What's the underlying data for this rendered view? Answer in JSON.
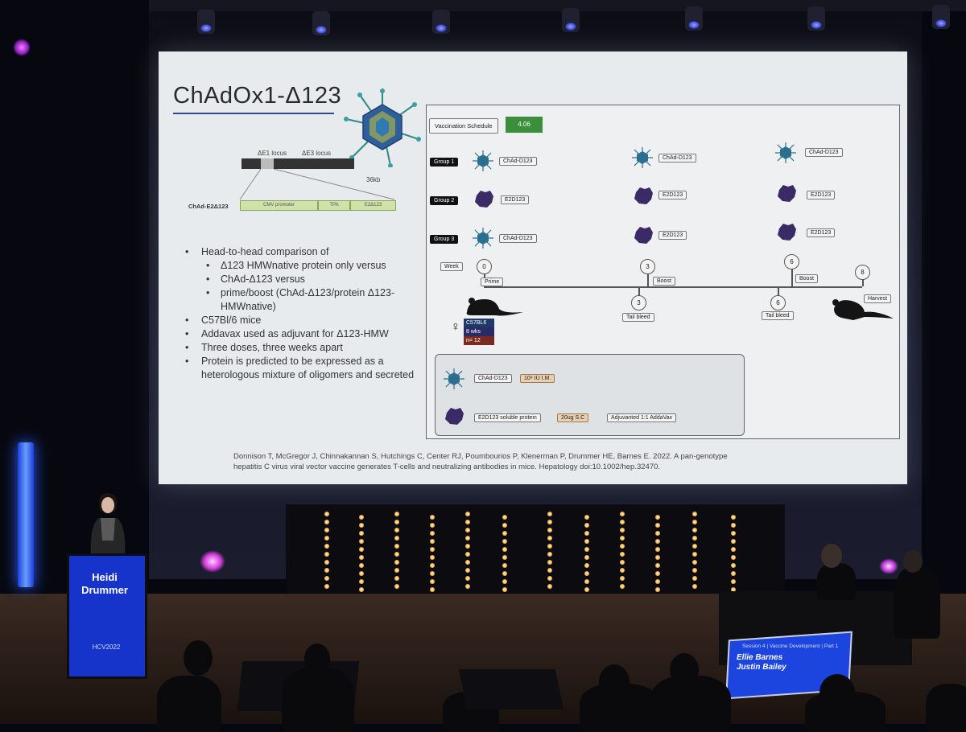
{
  "slide": {
    "title": "ChAdOx1-Δ123",
    "construct": {
      "locus_e1": "ΔE1 locus",
      "locus_e3": "ΔE3 locus",
      "size": "36kb",
      "name": "ChAd-E2Δ123",
      "cassette": [
        "CMV promoter",
        "TPA",
        "E2Δ123"
      ]
    },
    "bullets": [
      {
        "level": 1,
        "text": "Head-to-head comparison of"
      },
      {
        "level": 2,
        "text": "Δ123 HMWnative protein only versus"
      },
      {
        "level": 2,
        "text": "ChAd-Δ123 versus"
      },
      {
        "level": 2,
        "text": "prime/boost (ChAd-Δ123/protein Δ123-HMWnative)"
      },
      {
        "level": 1,
        "text": "C57Bl/6 mice"
      },
      {
        "level": 1,
        "text": "Addavax used as adjuvant for Δ123-HMW"
      },
      {
        "level": 1,
        "text": "Three doses, three weeks apart"
      },
      {
        "level": 1,
        "text": "Protein is predicted to be expressed as a heterologous mixture of oligomers and secreted"
      }
    ],
    "diagram": {
      "header": "Vaccination Schedule",
      "header_tag": "4.06",
      "groups": [
        "Group 1",
        "Group 2",
        "Group 3"
      ],
      "vector_label": "ChAd-D123",
      "protein_label": "E2D123",
      "week_label": "Week",
      "weeks": [
        "0",
        "3",
        "6",
        "8"
      ],
      "phases": [
        "Prime",
        "Boost",
        "Boost",
        "Harvest"
      ],
      "bleeds": [
        "Tail bleed",
        "Tail bleed"
      ],
      "bleed_weeks": [
        "3",
        "6"
      ],
      "mouse_info": [
        "C57BL6",
        "8 wks",
        "n= 12"
      ],
      "female_symbol": "♀",
      "legend": {
        "vector": "ChAd-D123",
        "vector_dose": "10⁸ IU I.M.",
        "protein": "E2D123 soluble protein",
        "protein_dose": "20ug S.C",
        "adjuvant": "Adjuvanted 1:1 AddaVax"
      }
    },
    "citation": "Donnison T, McGregor J, Chinnakannan S, Hutchings C, Center RJ, Poumbourios P, Klenerman P, Drummer HE, Barnes E. 2022. A pan-genotype hepatitis C virus viral vector vaccine generates T-cells and neutralizing antibodies in mice. Hepatology doi:10.1002/hep.32470."
  },
  "podium": {
    "name": "Heidi Drummer",
    "logo_text": "HCV2022"
  },
  "panel_screen": {
    "header": "Session 4 | Vaccine Development | Part 1",
    "chairs": [
      "Ellie Barnes",
      "Justin Bailey"
    ]
  },
  "colors": {
    "podium": "#1634c9",
    "slide_bg": "#e8ebee",
    "vector_teal": "#2a6f8f",
    "protein_purple": "#3a2a66",
    "header_green": "#3c8f3a"
  }
}
